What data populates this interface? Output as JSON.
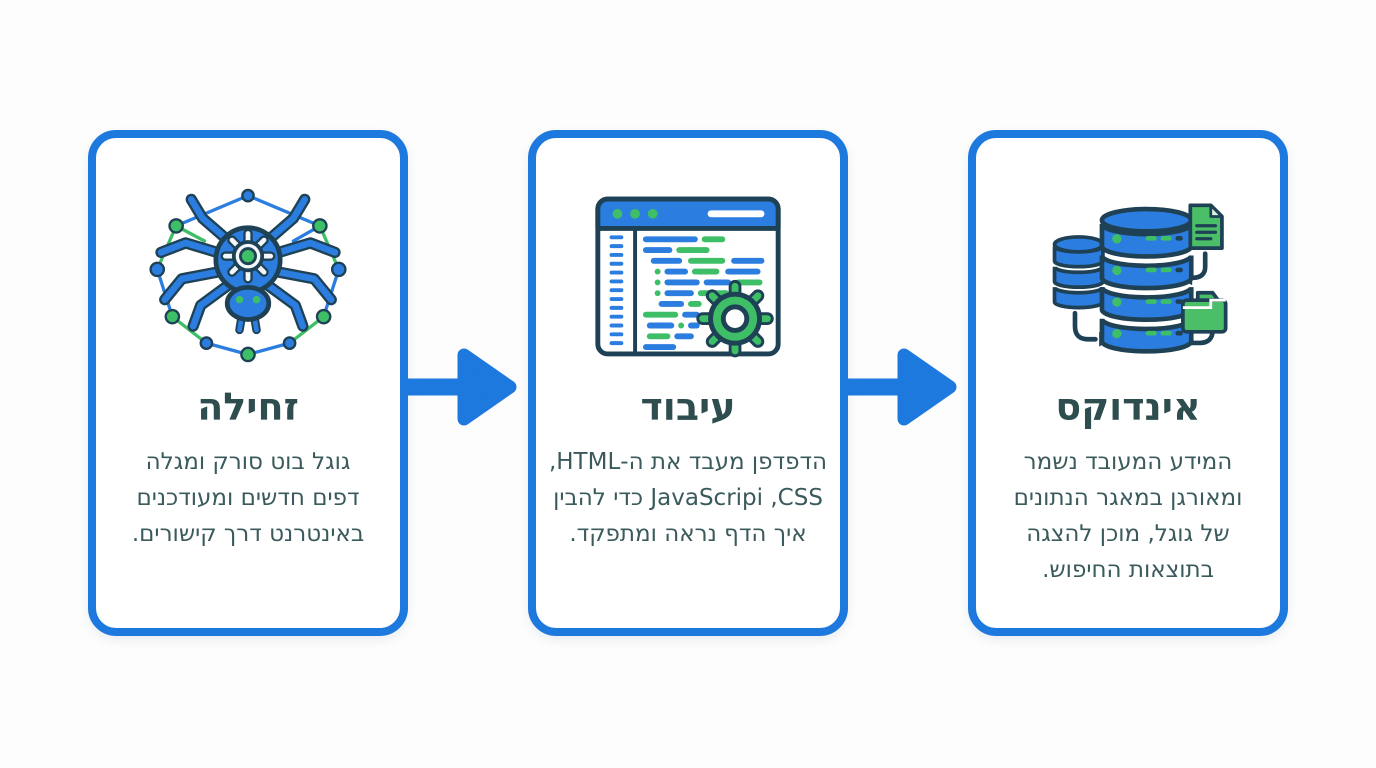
{
  "colors": {
    "card_border_blue": "#1d79dd",
    "arrow_blue": "#1d79dd",
    "icon_blue": "#2b7de0",
    "icon_outline_navy": "#1e4155",
    "accent_green": "#3ebe67",
    "title_text": "#2e4d4e",
    "body_text": "#3b5a5c",
    "background": "#fdfdfd"
  },
  "cards": [
    {
      "id": "crawling",
      "icon": "spider-network-icon",
      "title": "זחילה",
      "lines": [
        "גוגל בוט סורק ומגלה",
        "דפים חדשים ומעודכנים",
        "באינטרנט דרך קישורים."
      ]
    },
    {
      "id": "rendering",
      "icon": "browser-code-gear-icon",
      "title": "עיבוד",
      "lines": [
        "הדפדפן מעבד את ה-HTML,",
        "JavaScripi ,CSS כדי להבין",
        "איך הדף נראה ומתפקד."
      ]
    },
    {
      "id": "indexing",
      "icon": "database-sync-icon",
      "title": "אינדוקס",
      "lines": [
        "המידע המעובד נשמר",
        "ומאורגן במאגר הנתונים",
        "של גוגל, מוכן להצגה",
        "בתוצאות החיפוש."
      ]
    }
  ],
  "arrows": [
    {
      "icon": "right-arrow-icon"
    },
    {
      "icon": "right-arrow-icon"
    }
  ]
}
